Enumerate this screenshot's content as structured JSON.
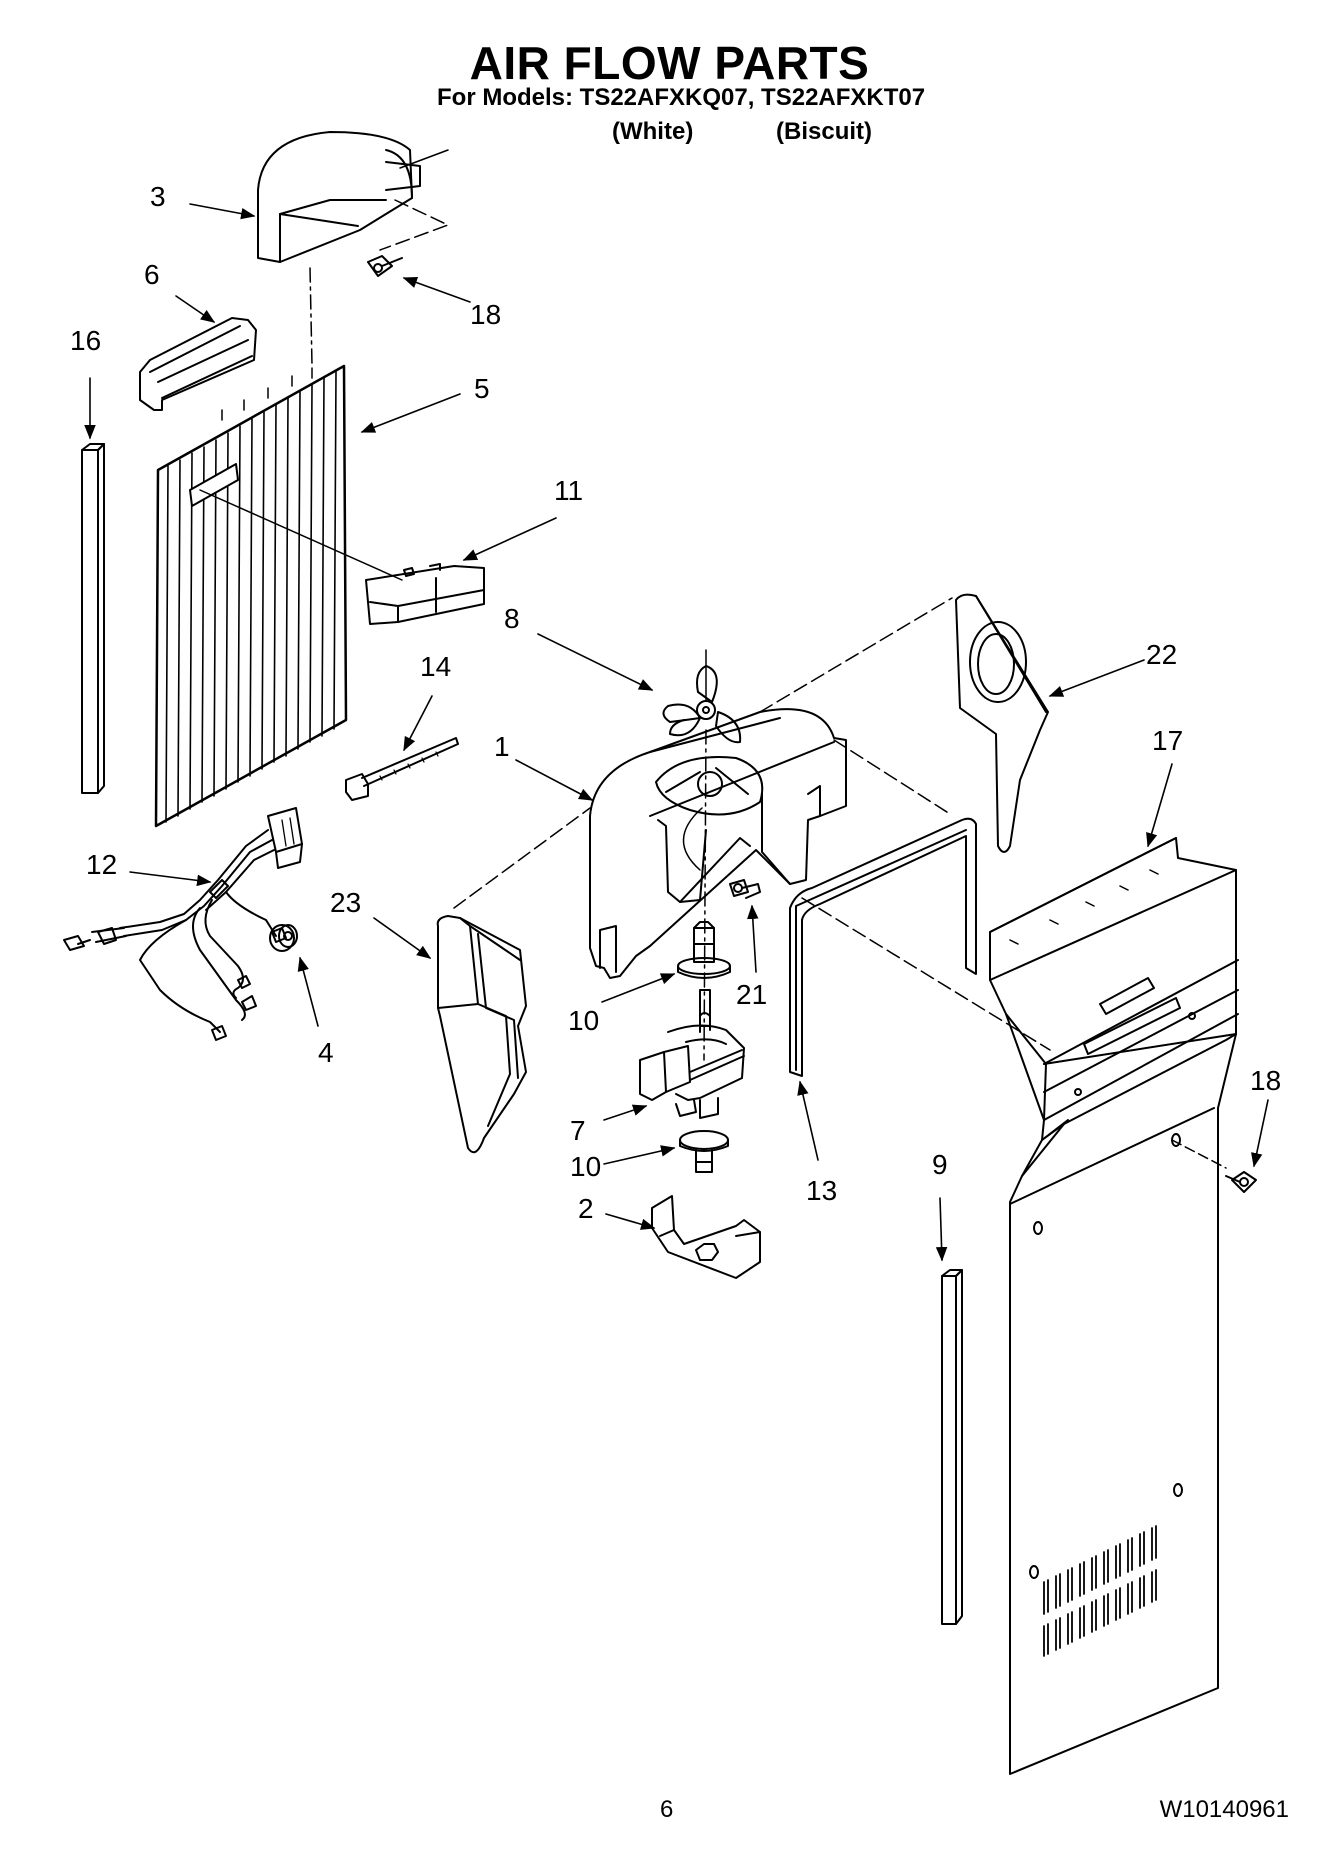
{
  "header": {
    "title": "AIR FLOW PARTS",
    "subtitle": "For Models: TS22AFXKQ07, TS22AFXKT07",
    "variants": [
      "(White)",
      "(Biscuit)"
    ]
  },
  "callouts": [
    "3",
    "18",
    "6",
    "16",
    "5",
    "11",
    "8",
    "14",
    "1",
    "22",
    "17",
    "12",
    "23",
    "4",
    "21",
    "10",
    "10",
    "7",
    "2",
    "13",
    "9",
    "18"
  ],
  "footer": {
    "page": "6",
    "doc_number": "W10140961"
  }
}
